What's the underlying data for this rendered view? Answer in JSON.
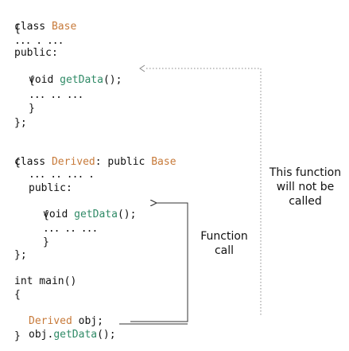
{
  "base_class": {
    "line1_kw": "class",
    "line1_name": "Base",
    "open_brace": "{",
    "dots1": "... . ...",
    "access": "public:",
    "method_prefix": "void",
    "method_name": "getData",
    "method_suffix": "();",
    "body_open": "{",
    "body_dots": "... .. ...",
    "body_close": "}",
    "class_close": "};"
  },
  "derived_class": {
    "line1_kw": "class",
    "line1_name": "Derived",
    "line1_mid": ": public",
    "line1_base": "Base",
    "open_brace": "{",
    "dots1": "... .. ... .",
    "access": "public:",
    "method_prefix": "void",
    "method_name": "getData",
    "method_suffix": "();",
    "body_open": "{",
    "body_dots": "... .. ...",
    "body_close": "}",
    "class_close": "};"
  },
  "main_fn": {
    "sig": "int main()",
    "open_brace": "{",
    "decl_type": "Derived",
    "decl_var": "obj;",
    "call_obj": "obj.",
    "call_method": "getData",
    "call_suffix": "();",
    "close_brace": "}"
  },
  "notes": {
    "not_called": [
      "This function",
      "will not be",
      "called"
    ],
    "function_call": [
      "Function",
      "call"
    ]
  },
  "colors": {
    "class_name": "#c77a3a",
    "method_name": "#2f8a66",
    "arrow": "#333333",
    "dotted": "#888888"
  }
}
